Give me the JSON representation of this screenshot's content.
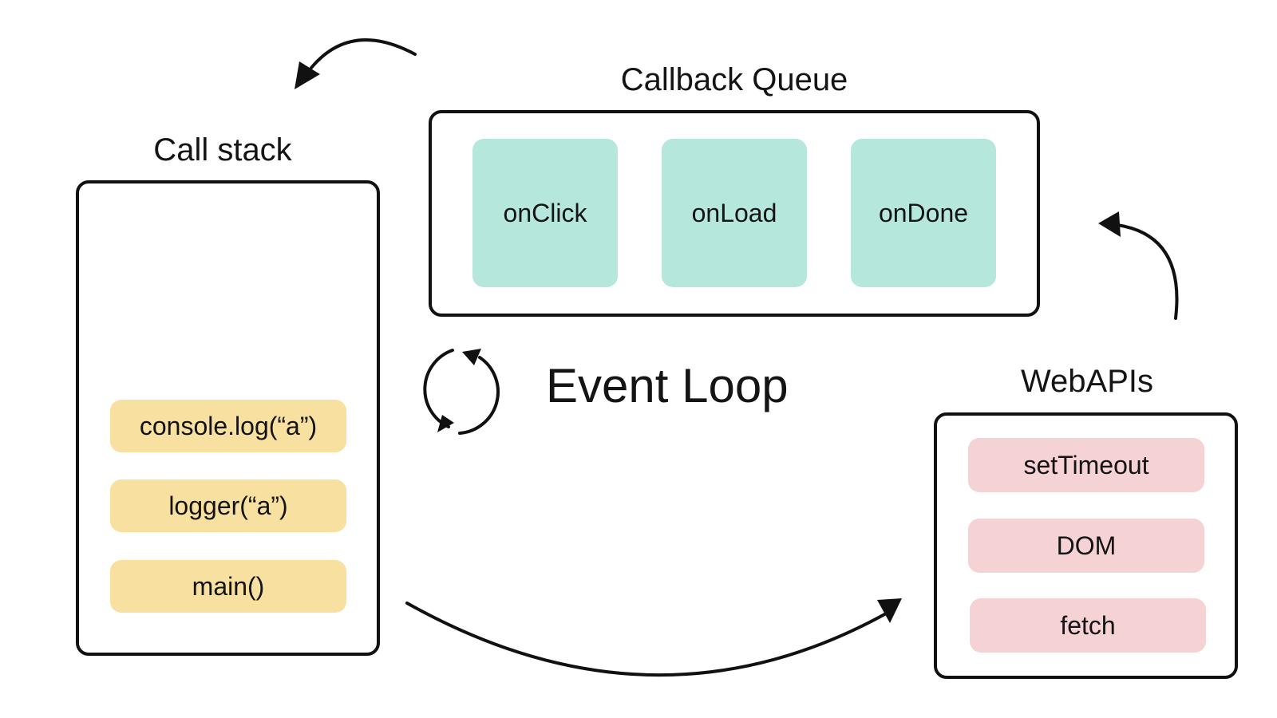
{
  "call_stack": {
    "title": "Call stack",
    "items": [
      {
        "label": "console.log(“a”)"
      },
      {
        "label": "logger(“a”)"
      },
      {
        "label": "main()"
      }
    ]
  },
  "callback_queue": {
    "title": "Callback Queue",
    "items": [
      {
        "label": "onClick"
      },
      {
        "label": "onLoad"
      },
      {
        "label": "onDone"
      }
    ]
  },
  "event_loop": {
    "label": "Event Loop"
  },
  "web_apis": {
    "title": "WebAPIs",
    "items": [
      {
        "label": "setTimeout"
      },
      {
        "label": "DOM"
      },
      {
        "label": "fetch"
      }
    ]
  },
  "colors": {
    "stack_item": "#f8e0a0",
    "queue_item": "#b5e7dd",
    "api_item": "#f5d2d4",
    "border": "#111111"
  }
}
